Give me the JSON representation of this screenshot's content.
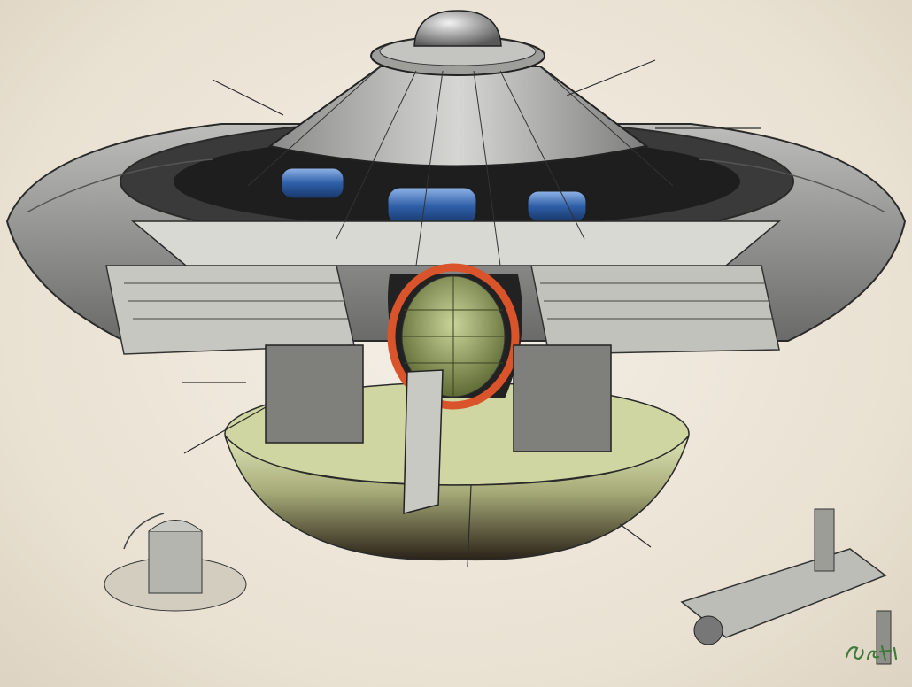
{
  "diagram": {
    "colors": {
      "background": "#ece5d8",
      "hull_metal": "#9c9c9c",
      "core_green": "#9fae6a",
      "heat_ring": "#d9532b",
      "coolant_blue": "#2f5fa8",
      "lower_dome_light": "#dfe6b8",
      "lower_dome_dark": "#2a2218",
      "ink": "#2b2b2b"
    },
    "components": [
      {
        "name": "top-dome"
      },
      {
        "name": "upper-cone"
      },
      {
        "name": "outer-ring"
      },
      {
        "name": "coolant-cylinders"
      },
      {
        "name": "reactor-core"
      },
      {
        "name": "lower-dome"
      },
      {
        "name": "detail-hatch"
      },
      {
        "name": "detail-landing-gear"
      }
    ],
    "signature_icon": "signature-logo-icon"
  }
}
